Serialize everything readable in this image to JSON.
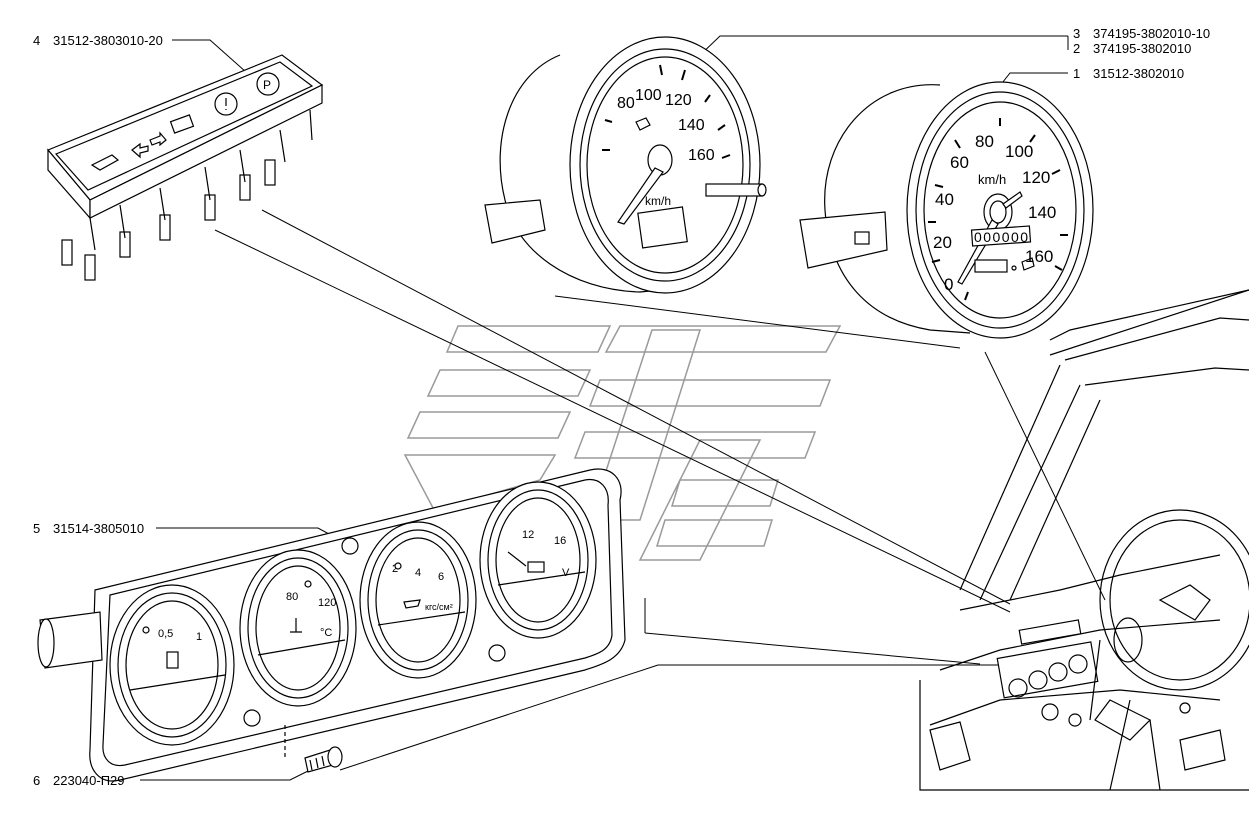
{
  "parts": [
    {
      "key": "p4",
      "number": "4",
      "code": "31512-3803010-20"
    },
    {
      "key": "p3",
      "number": "3",
      "code": "374195-3802010-10"
    },
    {
      "key": "p2",
      "number": "2",
      "code": "374195-3802010"
    },
    {
      "key": "p1",
      "number": "1",
      "code": "31512-3802010"
    },
    {
      "key": "p5",
      "number": "5",
      "code": "31514-3805010"
    },
    {
      "key": "p6",
      "number": "6",
      "code": "223040-П29"
    }
  ],
  "speedometer_small": {
    "ticks": [
      "80",
      "100",
      "120",
      "140",
      "160"
    ],
    "unit": "km/h"
  },
  "speedometer_large": {
    "ticks": [
      "0",
      "20",
      "40",
      "60",
      "80",
      "100",
      "120",
      "140",
      "160"
    ],
    "unit": "km/h",
    "odometer": "000000"
  },
  "gauge_cluster": {
    "fuel_ticks": [
      "0,5",
      "1"
    ],
    "temp_ticks": [
      "80",
      "120"
    ],
    "temp_unit": "°C",
    "oil_ticks": [
      "2",
      "4",
      "6"
    ],
    "oil_unit": "кгс/см²",
    "volt_ticks": [
      "12",
      "16"
    ],
    "volt_unit": "V"
  },
  "colors": {
    "ink": "#000000",
    "paper": "#ffffff",
    "watermark": "#9a9a9a"
  }
}
